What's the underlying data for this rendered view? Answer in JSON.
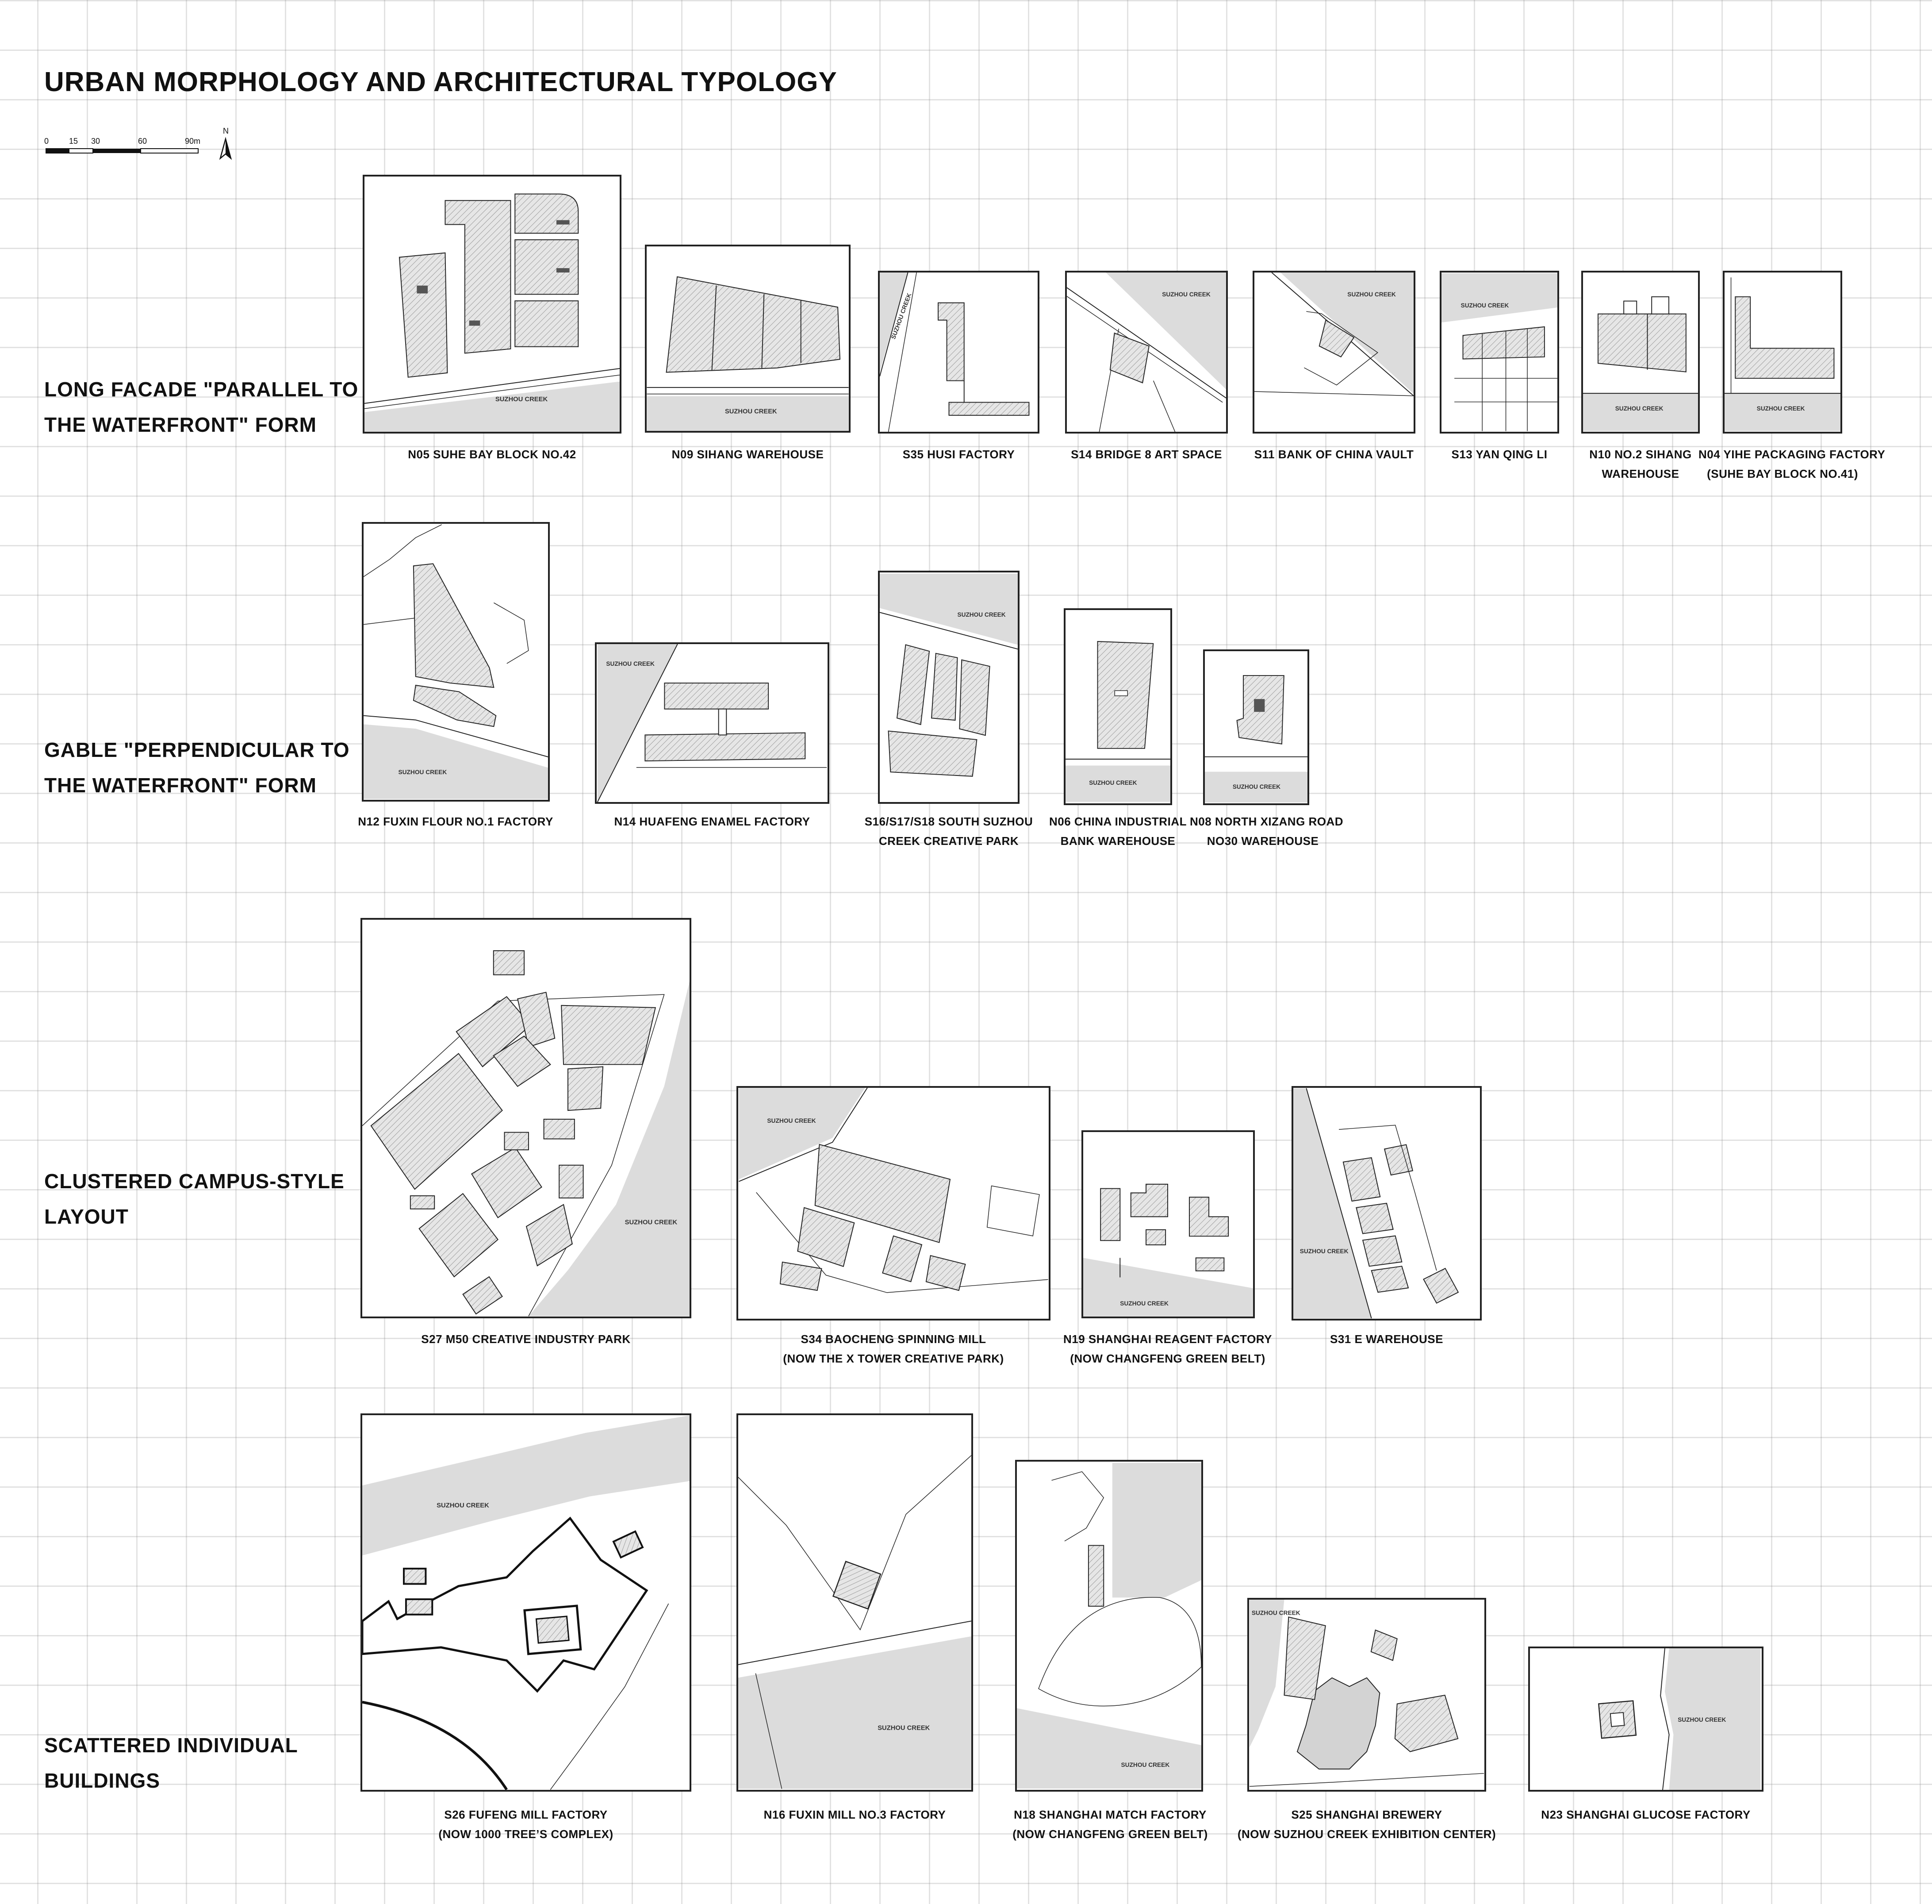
{
  "title": "URBAN MORPHOLOGY AND ARCHITECTURAL TYPOLOGY",
  "scale_bar": {
    "ticks": [
      "0",
      "15",
      "30",
      "60",
      "90m"
    ],
    "north": "N"
  },
  "water_label": "SUZHOU CREEK",
  "categories": [
    {
      "id": "parallel",
      "label_lines": [
        "LONG FACADE \"PARALLEL TO",
        "THE WATERFRONT\" FORM"
      ],
      "items": [
        {
          "id": "n05",
          "caption": [
            "N05 SUHE BAY BLOCK NO.42"
          ]
        },
        {
          "id": "n09",
          "caption": [
            "N09 SIHANG WAREHOUSE"
          ]
        },
        {
          "id": "s35",
          "caption": [
            "S35 HUSI FACTORY"
          ]
        },
        {
          "id": "s14",
          "caption": [
            "S14 BRIDGE 8 ART SPACE"
          ]
        },
        {
          "id": "s11",
          "caption": [
            "S11 BANK OF CHINA VAULT"
          ]
        },
        {
          "id": "s13",
          "caption": [
            "S13 YAN QING LI"
          ]
        },
        {
          "id": "n10",
          "caption": [
            "N10 NO.2 SIHANG",
            "WAREHOUSE"
          ]
        },
        {
          "id": "n04",
          "caption": [
            "N04 YIHE PACKAGING FACTORY",
            "(SUHE BAY BLOCK NO.41)"
          ]
        }
      ]
    },
    {
      "id": "perpendicular",
      "label_lines": [
        "GABLE  \"PERPENDICULAR TO",
        "THE WATERFRONT\" FORM"
      ],
      "items": [
        {
          "id": "n12",
          "caption": [
            "N12 FUXIN FLOUR NO.1 FACTORY"
          ]
        },
        {
          "id": "n14",
          "caption": [
            "N14 HUAFENG ENAMEL FACTORY"
          ]
        },
        {
          "id": "s16",
          "caption": [
            "S16/S17/S18 SOUTH SUZHOU",
            "CREEK CREATIVE PARK"
          ]
        },
        {
          "id": "n06",
          "caption": [
            "N06 CHINA INDUSTRIAL",
            "BANK WAREHOUSE"
          ]
        },
        {
          "id": "n08",
          "caption": [
            "N08 NORTH XIZANG ROAD",
            "NO30 WAREHOUSE"
          ]
        }
      ]
    },
    {
      "id": "clustered",
      "label_lines": [
        "CLUSTERED CAMPUS-STYLE",
        "LAYOUT"
      ],
      "items": [
        {
          "id": "s27",
          "caption": [
            "S27 M50 CREATIVE INDUSTRY PARK"
          ]
        },
        {
          "id": "s34",
          "caption": [
            "S34 BAOCHENG SPINNING MILL",
            "(NOW THE X TOWER CREATIVE PARK)"
          ]
        },
        {
          "id": "n19",
          "caption": [
            "N19 SHANGHAI REAGENT FACTORY",
            "(NOW CHANGFENG GREEN BELT)"
          ]
        },
        {
          "id": "s31",
          "caption": [
            "S31 E WAREHOUSE"
          ]
        }
      ]
    },
    {
      "id": "scattered",
      "label_lines": [
        "SCATTERED INDIVIDUAL",
        "BUILDINGS"
      ],
      "items": [
        {
          "id": "s26",
          "caption": [
            "S26 FUFENG MILL FACTORY",
            "(NOW 1000 TREE’S COMPLEX)"
          ]
        },
        {
          "id": "n16",
          "caption": [
            "N16 FUXIN MILL NO.3 FACTORY"
          ]
        },
        {
          "id": "n18",
          "caption": [
            "N18 SHANGHAI MATCH FACTORY",
            "(NOW CHANGFENG GREEN BELT)"
          ]
        },
        {
          "id": "s25",
          "caption": [
            "S25 SHANGHAI BREWERY",
            "(NOW SUZHOU CREEK EXHIBITION CENTER)"
          ]
        },
        {
          "id": "n23",
          "caption": [
            "N23 SHANGHAI GLUCOSE FACTORY"
          ]
        }
      ]
    }
  ],
  "colors": {
    "water": "#dcdcdc",
    "building_fill": "#e4e4e4",
    "line": "#222222",
    "grid": "#bdbdbd"
  }
}
